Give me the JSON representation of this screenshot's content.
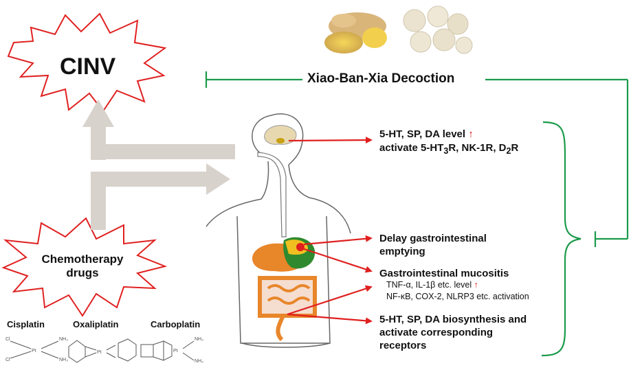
{
  "cinv_label": "CINV",
  "decoction_label": "Xiao-Ban-Xia Decoction",
  "chemo": {
    "line1": "Chemotherapy",
    "line2": "drugs"
  },
  "drugs": [
    "Cisplatin",
    "Oxaliplatin",
    "Carboplatin"
  ],
  "brain_effects": {
    "line1": "5-HT, SP, DA level",
    "line2_parts": [
      "activate 5-HT",
      "3",
      "R, NK-1R, D",
      "2",
      "R"
    ]
  },
  "gi_emptying": {
    "line1": "Delay gastrointestinal",
    "line2": "emptying"
  },
  "mucositis": {
    "title": "Gastrointestinal mucositis",
    "sub1": "TNF-α, IL-1β etc. level",
    "sub2": "NF-κB, COX-2, NLRP3 etc. activation"
  },
  "biosynthesis": {
    "line1": "5-HT, SP, DA biosynthesis and",
    "line2": "activate corresponding",
    "line3": "receptors"
  },
  "colors": {
    "inhibit": "#1a9a4a",
    "arrow": "#e01f1f",
    "pathway": "#d8d2cc",
    "burst": "#e02020"
  }
}
